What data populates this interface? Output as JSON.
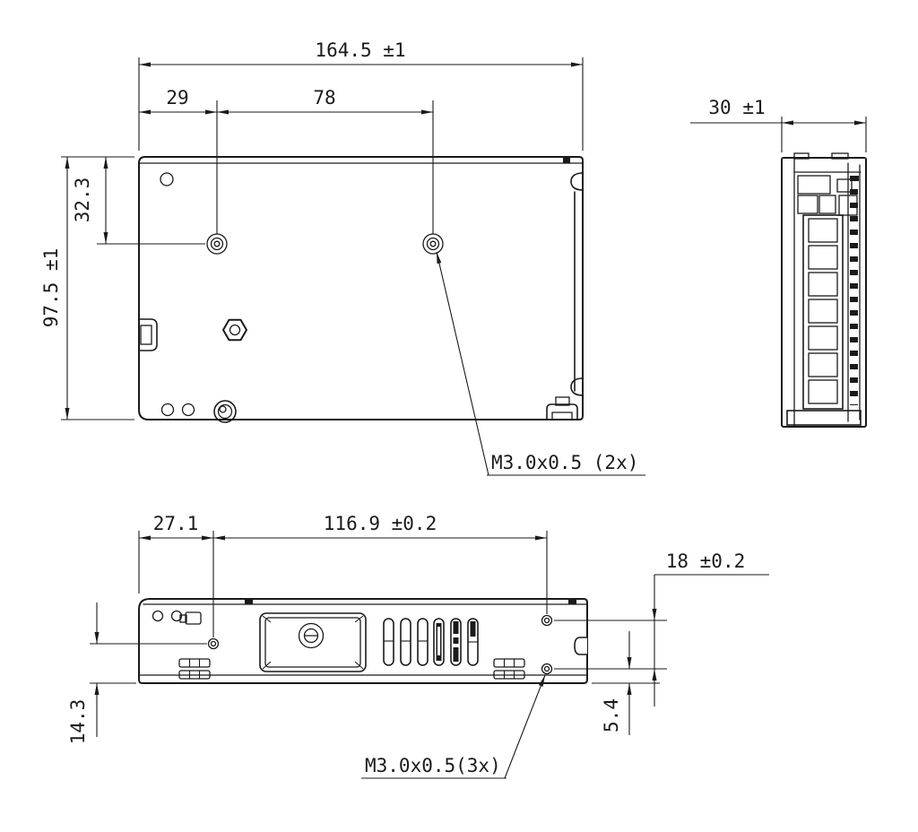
{
  "drawing": {
    "type": "mechanical-dimension-drawing",
    "colors": {
      "line": "#1a1a1a",
      "background": "#ffffff"
    }
  },
  "views": {
    "top_view": {
      "dims": {
        "total_length": "164.5 ±1",
        "hole_offset_x": "29",
        "hole_spacing_x": "78",
        "hole_offset_y": "32.3",
        "total_width": "97.5 ±1"
      },
      "callout": "M3.0x0.5 (2x)"
    },
    "end_view": {
      "dims": {
        "total_depth": "30 ±1"
      }
    },
    "bottom_view": {
      "dims": {
        "hole_offset_x": "27.1",
        "hole_spacing_x": "116.9 ±0.2",
        "hole_spacing_y": "18 ±0.2",
        "hole_offset_bottom_left": "14.3",
        "hole_offset_bottom_right": "5.4"
      },
      "callout": "M3.0x0.5(3x)"
    }
  }
}
